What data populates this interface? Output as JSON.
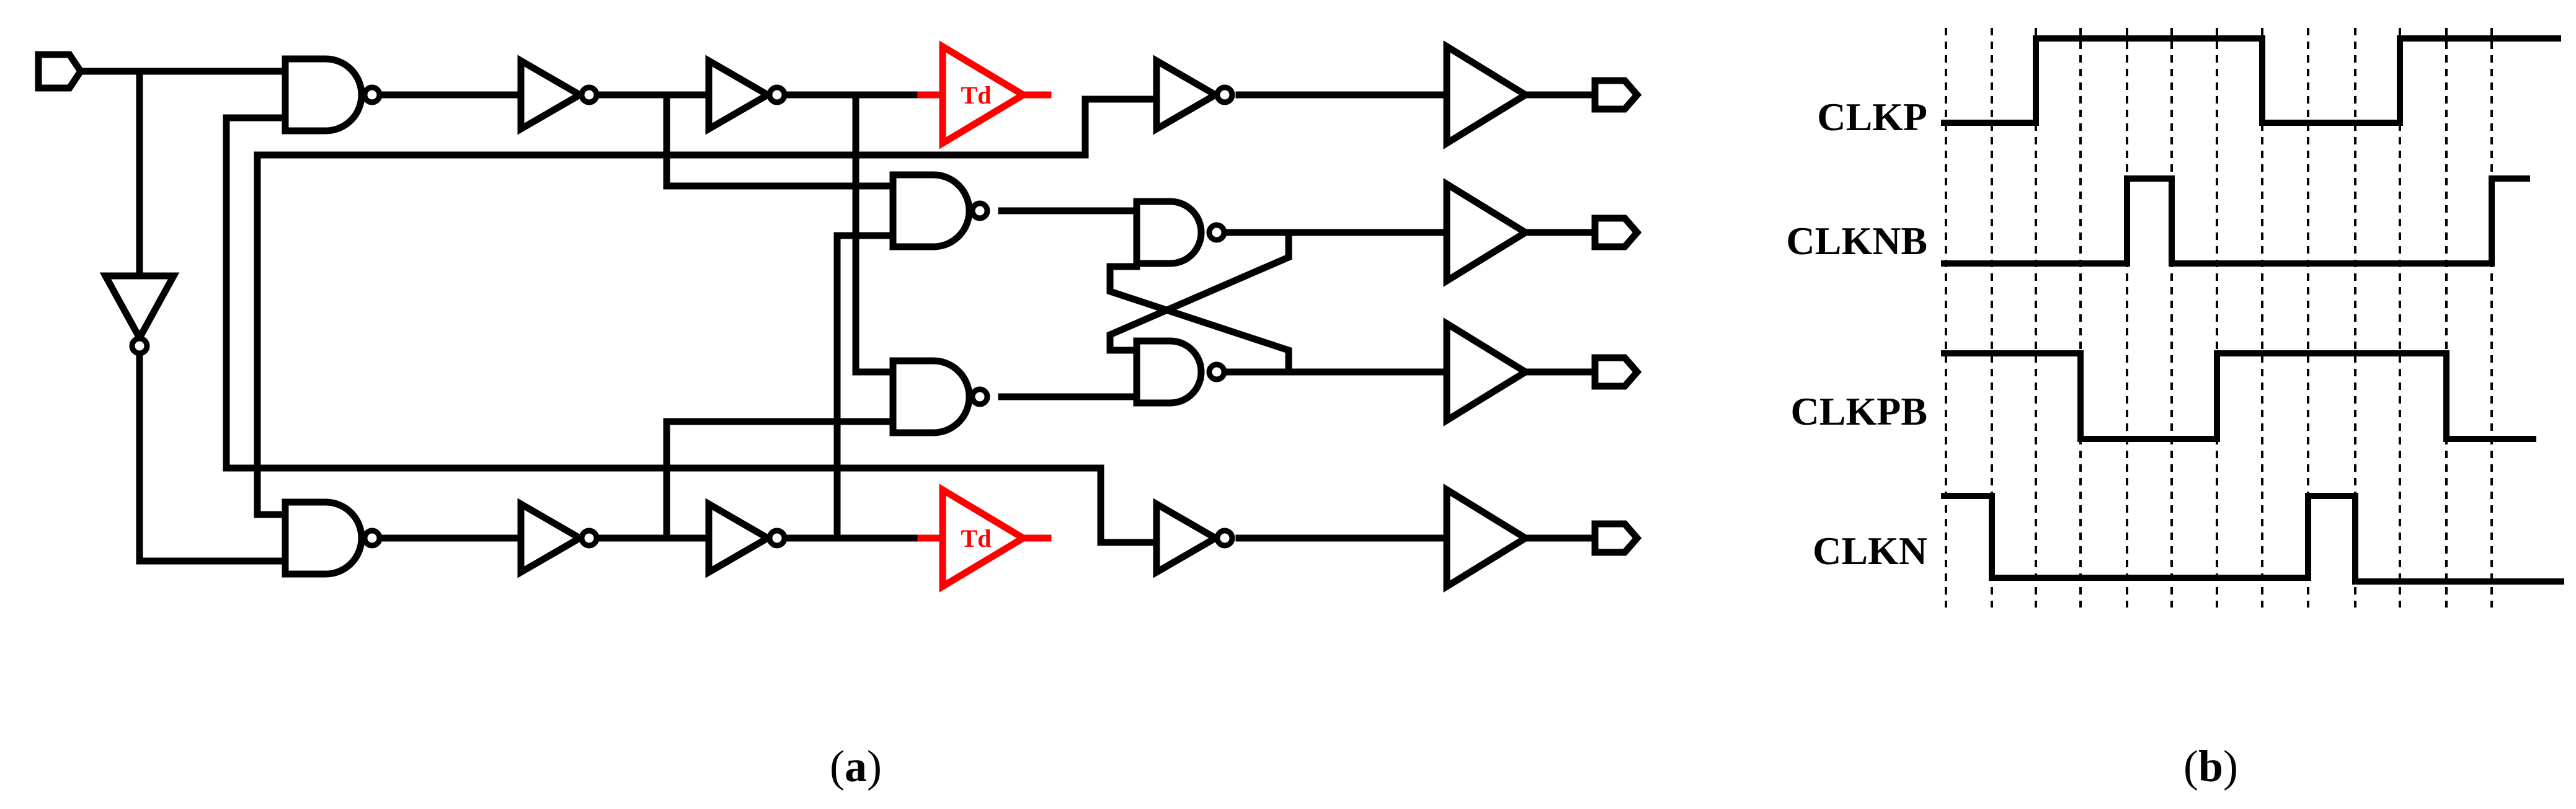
{
  "delay_label": "Td",
  "signals": [
    {
      "name": "CLKP"
    },
    {
      "name": "CLKNB"
    },
    {
      "name": "CLKPB"
    },
    {
      "name": "CLKN"
    }
  ],
  "captions": {
    "a": "a",
    "b": "b"
  },
  "colors": {
    "delay_element": "#ff0000",
    "wire": "#000000"
  }
}
